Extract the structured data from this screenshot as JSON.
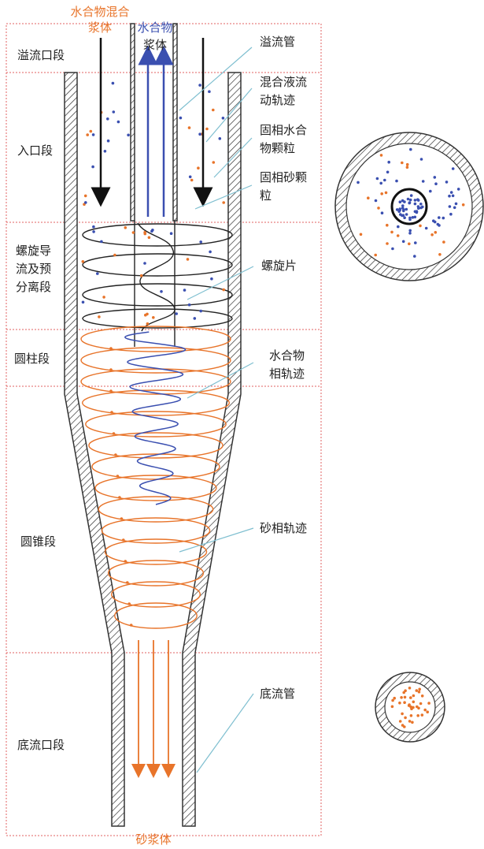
{
  "top_labels": {
    "inlet_line1": "水合物混合",
    "inlet_line2": "浆体",
    "overflow_line1": "水合物",
    "overflow_line2": "浆体",
    "bottom": "砂浆体"
  },
  "sections": [
    {
      "lines": [
        "溢流口段"
      ]
    },
    {
      "lines": [
        "入口段"
      ]
    },
    {
      "lines": [
        "螺旋导",
        "流及预",
        "分离段"
      ]
    },
    {
      "lines": [
        "圆柱段"
      ]
    },
    {
      "lines": [
        "圆锥段"
      ]
    },
    {
      "lines": [
        "底流口段"
      ]
    }
  ],
  "annotations": [
    {
      "lines": [
        "溢流管"
      ]
    },
    {
      "lines": [
        "混合液流",
        "动轨迹"
      ]
    },
    {
      "lines": [
        "固相水合",
        "物颗粒"
      ]
    },
    {
      "lines": [
        "固相砂颗",
        "粒"
      ]
    },
    {
      "lines": [
        "螺旋片"
      ]
    },
    {
      "lines": [
        "水合物",
        "相轨迹"
      ]
    },
    {
      "lines": [
        "砂相轨迹"
      ]
    },
    {
      "lines": [
        "底流管"
      ]
    }
  ],
  "colors": {
    "hydrate": "#3a4fb0",
    "sand": "#e8742a",
    "wall": "#333333",
    "divider": "#e06060",
    "leader": "#7fbfd0",
    "label_orange": "#e8742a"
  }
}
